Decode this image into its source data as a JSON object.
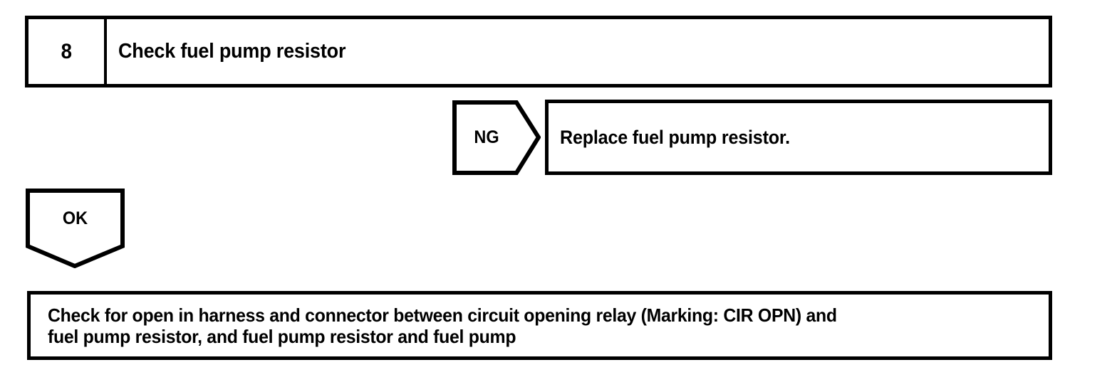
{
  "document": {
    "type": "troubleshooting-flowchart",
    "background_color": "#ffffff",
    "line_color": "#000000"
  },
  "step": {
    "number": "8",
    "title": "Check fuel pump resistor"
  },
  "branch_ng": {
    "label": "NG",
    "icon": "chevron-right-pentagon",
    "action": "Replace fuel pump resistor."
  },
  "branch_ok": {
    "label": "OK",
    "icon": "chevron-down-pentagon"
  },
  "result": {
    "line1": "Check for open in harness and connector between circuit opening relay (Marking: CIR OPN) and",
    "line2": "fuel pump resistor, and fuel pump resistor and fuel pump"
  }
}
